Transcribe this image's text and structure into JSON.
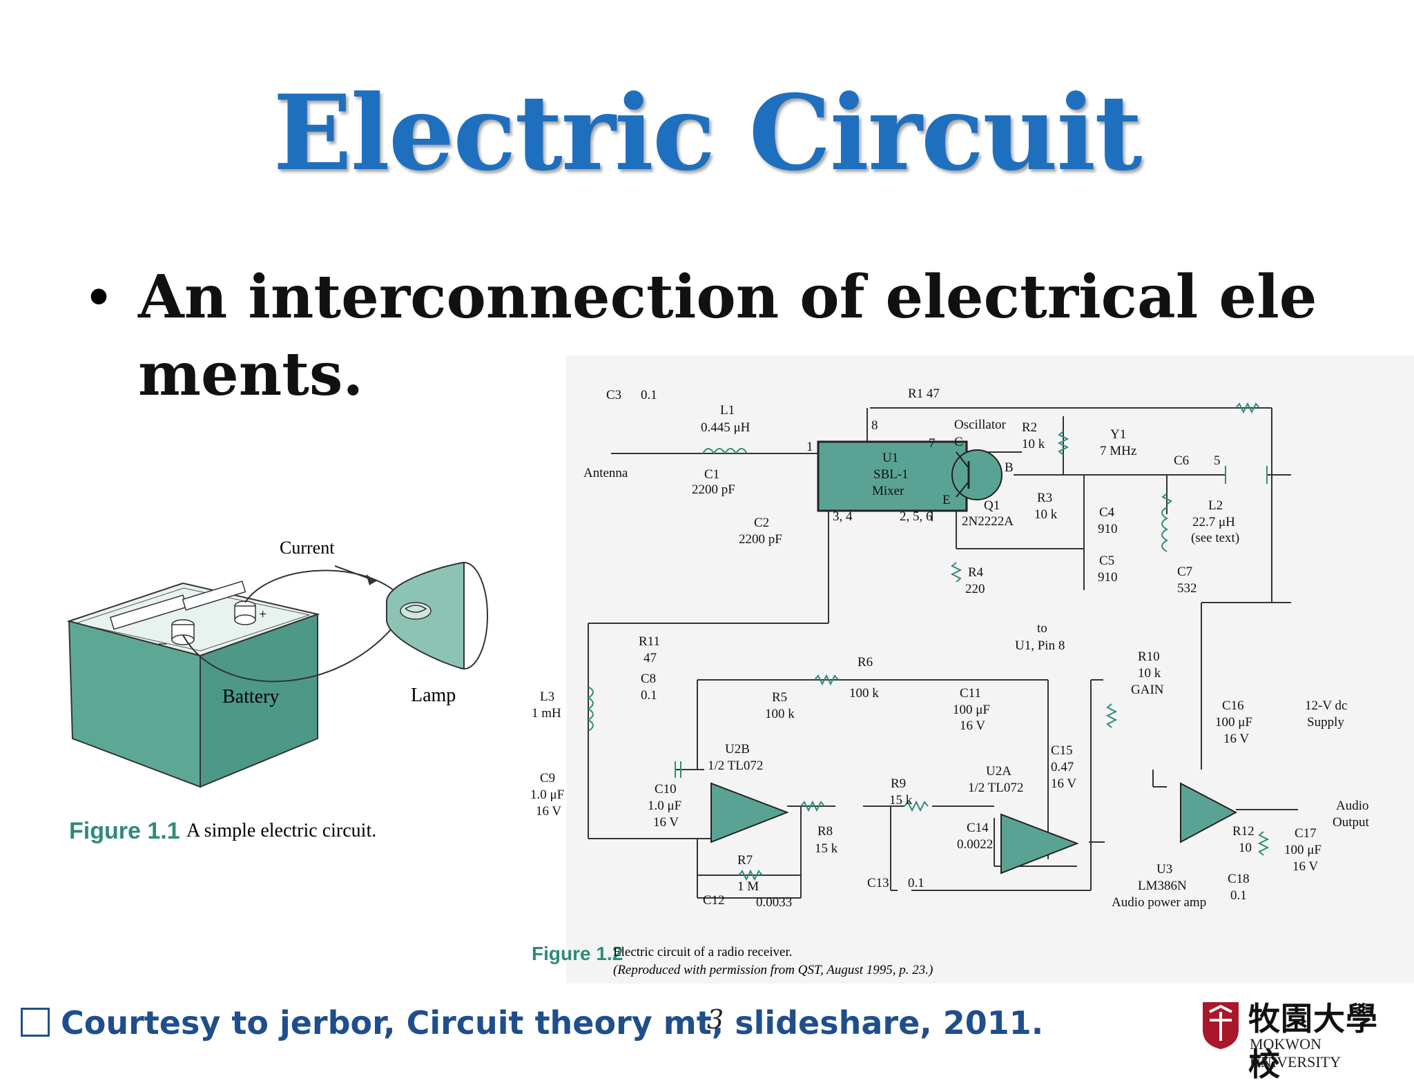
{
  "slide": {
    "title": "Electric Circuit",
    "bullet": "An interconnection of electrical elements.",
    "footer": "Courtesy to jerbor, Circuit theory mt, slideshare, 2011.",
    "page_number": "3"
  },
  "figure1": {
    "current_label": "Current",
    "battery_label": "Battery",
    "lamp_label": "Lamp",
    "plus": "+",
    "minus": "–",
    "fig_number": "Figure 1.1",
    "caption": "A simple electric circuit."
  },
  "figure2": {
    "fig_number": "Figure 1.2",
    "caption": "Electric circuit of a radio receiver.",
    "caption2": "(Reproduced with permission from QST, August 1995, p. 23.)",
    "labels": {
      "c3": "C3",
      "c3v": "0.1",
      "r1": "R1 47",
      "l1": "L1",
      "l1v": "0.445 μH",
      "antenna": "Antenna",
      "c1": "C1",
      "c1v": "2200 pF",
      "c2": "C2",
      "c2v": "2200 pF",
      "u1a": "U1",
      "u1b": "SBL-1",
      "u1c": "Mixer",
      "pin1": "1",
      "pin8": "8",
      "pin7": "7",
      "pin34": "3, 4",
      "pin256": "2, 5, 6",
      "osc": "Oscillator",
      "c": "C",
      "b": "B",
      "e": "E",
      "q1": "Q1",
      "q1v": "2N2222A",
      "r2": "R2",
      "r2v": "10 k",
      "y1": "Y1",
      "y1v": "7 MHz",
      "c6": "C6",
      "c6v": "5",
      "r3": "R3",
      "r3v": "10 k",
      "c4": "C4",
      "c4v": "910",
      "l2": "L2",
      "l2v": "22.7 μH",
      "l2n": "(see text)",
      "c5": "C5",
      "c5v": "910",
      "r4": "R4",
      "r4v": "220",
      "c7": "C7",
      "c7v": "532",
      "to": "to",
      "u1pin8": "U1, Pin 8",
      "r11": "R11",
      "r11v": "47",
      "c8": "C8",
      "c8v": "0.1",
      "l3": "L3",
      "l3v": "1 mH",
      "r6": "R6",
      "r6v": "100 k",
      "r5": "R5",
      "r5v": "100 k",
      "c11": "C11",
      "c11v": "100 μF",
      "c11w": "16 V",
      "r10": "R10",
      "r10v": "10 k",
      "gain": "GAIN",
      "c16": "C16",
      "c16v": "100 μF",
      "c16w": "16 V",
      "supply1": "12-V dc",
      "supply2": "Supply",
      "u2b": "U2B",
      "u2bv": "1/2 TL072",
      "c15": "C15",
      "c15v": "0.47",
      "c15w": "16 V",
      "c9": "C9",
      "c9v": "1.0 μF",
      "c9w": "16 V",
      "c10": "C10",
      "c10v": "1.0 μF",
      "c10w": "16 V",
      "r9": "R9",
      "r9v": "15 k",
      "u2a": "U2A",
      "u2av": "1/2 TL072",
      "r8": "R8",
      "r8v": "15 k",
      "c14": "C14",
      "c14v": "0.0022",
      "r7": "R7",
      "r7v": "1 M",
      "c12": "C12",
      "c12v": "0.0033",
      "c13": "C13",
      "c13v": "0.1",
      "u3": "U3",
      "u3v": "LM386N",
      "u3w": "Audio power amp",
      "r12": "R12",
      "r12v": "10",
      "c17": "C17",
      "c17v": "100 μF",
      "c17w": "16 V",
      "c18": "C18",
      "c18v": "0.1",
      "audio1": "Audio",
      "audio2": "Output"
    }
  },
  "logo": {
    "name_cn": "牧園大學校",
    "name_en": "MOKWON UNIVERSITY"
  },
  "colors": {
    "title": "#1f6fbf",
    "footer": "#1f4e8c",
    "component": "#2f8a7a",
    "ic_fill": "#5aa394",
    "battery": "#5da894"
  }
}
